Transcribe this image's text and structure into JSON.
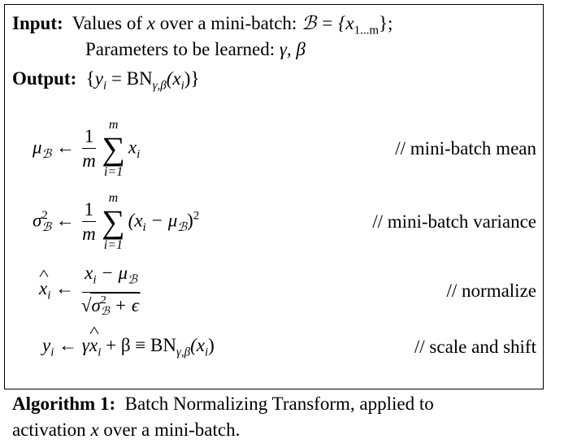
{
  "input": {
    "label": "Input:",
    "text": "Values of",
    "var": "x",
    "text2": "over a mini-batch:",
    "set": "ℬ = {",
    "setvar": "x",
    "sub": "1...m",
    "close": "};"
  },
  "params": {
    "text": "Parameters to be learned:",
    "vars": "γ, β"
  },
  "output": {
    "label": "Output:",
    "open": "{",
    "y": "y",
    "i": "i",
    "eq": " = BN",
    "sub": "γ,β",
    "arg": "(x",
    "argi": "i",
    "close": ")}"
  },
  "eq1": {
    "lhs": "μ",
    "lhs_sub": "ℬ",
    "arrow": "←",
    "num": "1",
    "den": "m",
    "top": "m",
    "bot": "i=1",
    "body": "x",
    "body_sub": "i",
    "comment": "// mini-batch mean"
  },
  "eq2": {
    "lhs": "σ",
    "lhs_sup": "2",
    "lhs_sub": "ℬ",
    "arrow": "←",
    "num": "1",
    "den": "m",
    "top": "m",
    "bot": "i=1",
    "body": "(x",
    "body_sub": "i",
    "minus": " − μ",
    "mu_sub": "ℬ",
    "close": ")",
    "sq": "2",
    "comment": "// mini-batch variance"
  },
  "eq3": {
    "lhs": "x",
    "lhs_sub": "i",
    "arrow": "←",
    "num": "x",
    "num_sub": "i",
    "num_rest": " − μ",
    "num_mu_sub": "ℬ",
    "root": "√",
    "den": "σ",
    "den_sup": "2",
    "den_sub": "ℬ",
    "den_rest": " + ϵ",
    "comment": "// normalize"
  },
  "eq4": {
    "lhs": "y",
    "lhs_sub": "i",
    "arrow": "←",
    "g": "γ",
    "x": "x",
    "x_sub": "i",
    "rest": " + β ≡ BN",
    "bn_sub": "γ,β",
    "arg": "(x",
    "arg_sub": "i",
    "close": ")",
    "comment": "// scale and shift"
  },
  "caption": {
    "label": "Algorithm 1:",
    "line1": "Batch Normalizing Transform, applied to",
    "line2a": "activation",
    "var": "x",
    "line2b": "over a mini-batch."
  }
}
